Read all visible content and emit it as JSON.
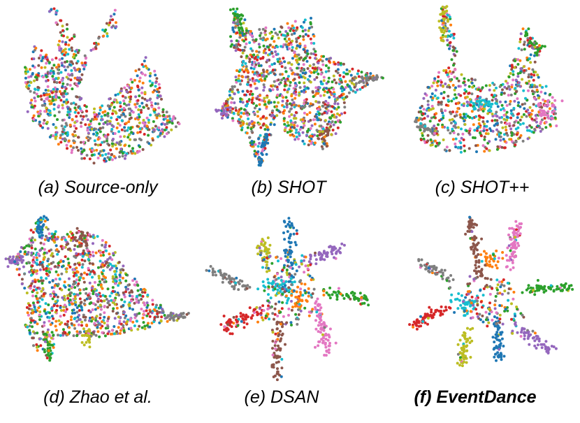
{
  "figure": {
    "panels": [
      {
        "caption": "(a) Source-only",
        "bold": false
      },
      {
        "caption": "(b) SHOT",
        "bold": false
      },
      {
        "caption": "(c) SHOT++",
        "bold": false
      },
      {
        "caption": "(d) Zhao et al.",
        "bold": false
      },
      {
        "caption": "(e) DSAN",
        "bold": false
      },
      {
        "caption": "(f) EventDance",
        "bold": true
      }
    ]
  },
  "chart_data": [
    {
      "type": "scatter",
      "title": "(a) Source-only",
      "xlabel": "",
      "ylabel": "",
      "grid": false,
      "legend": "none",
      "description_of_data": "t-SNE embedding; classes fully mixed",
      "clustering": "mixed"
    },
    {
      "type": "scatter",
      "title": "(b) SHOT",
      "xlabel": "",
      "ylabel": "",
      "grid": false,
      "legend": "none",
      "clustering": "mixed"
    },
    {
      "type": "scatter",
      "title": "(c) SHOT++",
      "xlabel": "",
      "ylabel": "",
      "grid": false,
      "legend": "none",
      "clustering": "partial"
    },
    {
      "type": "scatter",
      "title": "(d) Zhao et al.",
      "xlabel": "",
      "ylabel": "",
      "grid": false,
      "legend": "none",
      "clustering": "mixed"
    },
    {
      "type": "scatter",
      "title": "(e) DSAN",
      "xlabel": "",
      "ylabel": "",
      "grid": false,
      "legend": "none",
      "clustering": "separated"
    },
    {
      "type": "scatter",
      "title": "(f) EventDance",
      "xlabel": "",
      "ylabel": "",
      "grid": false,
      "legend": "none",
      "clustering": "separated"
    }
  ],
  "palette": [
    "#1f77b4",
    "#ff7f0e",
    "#2ca02c",
    "#d62728",
    "#9467bd",
    "#8c564b",
    "#e377c2",
    "#7f7f7f",
    "#bcbd22",
    "#17becf"
  ]
}
